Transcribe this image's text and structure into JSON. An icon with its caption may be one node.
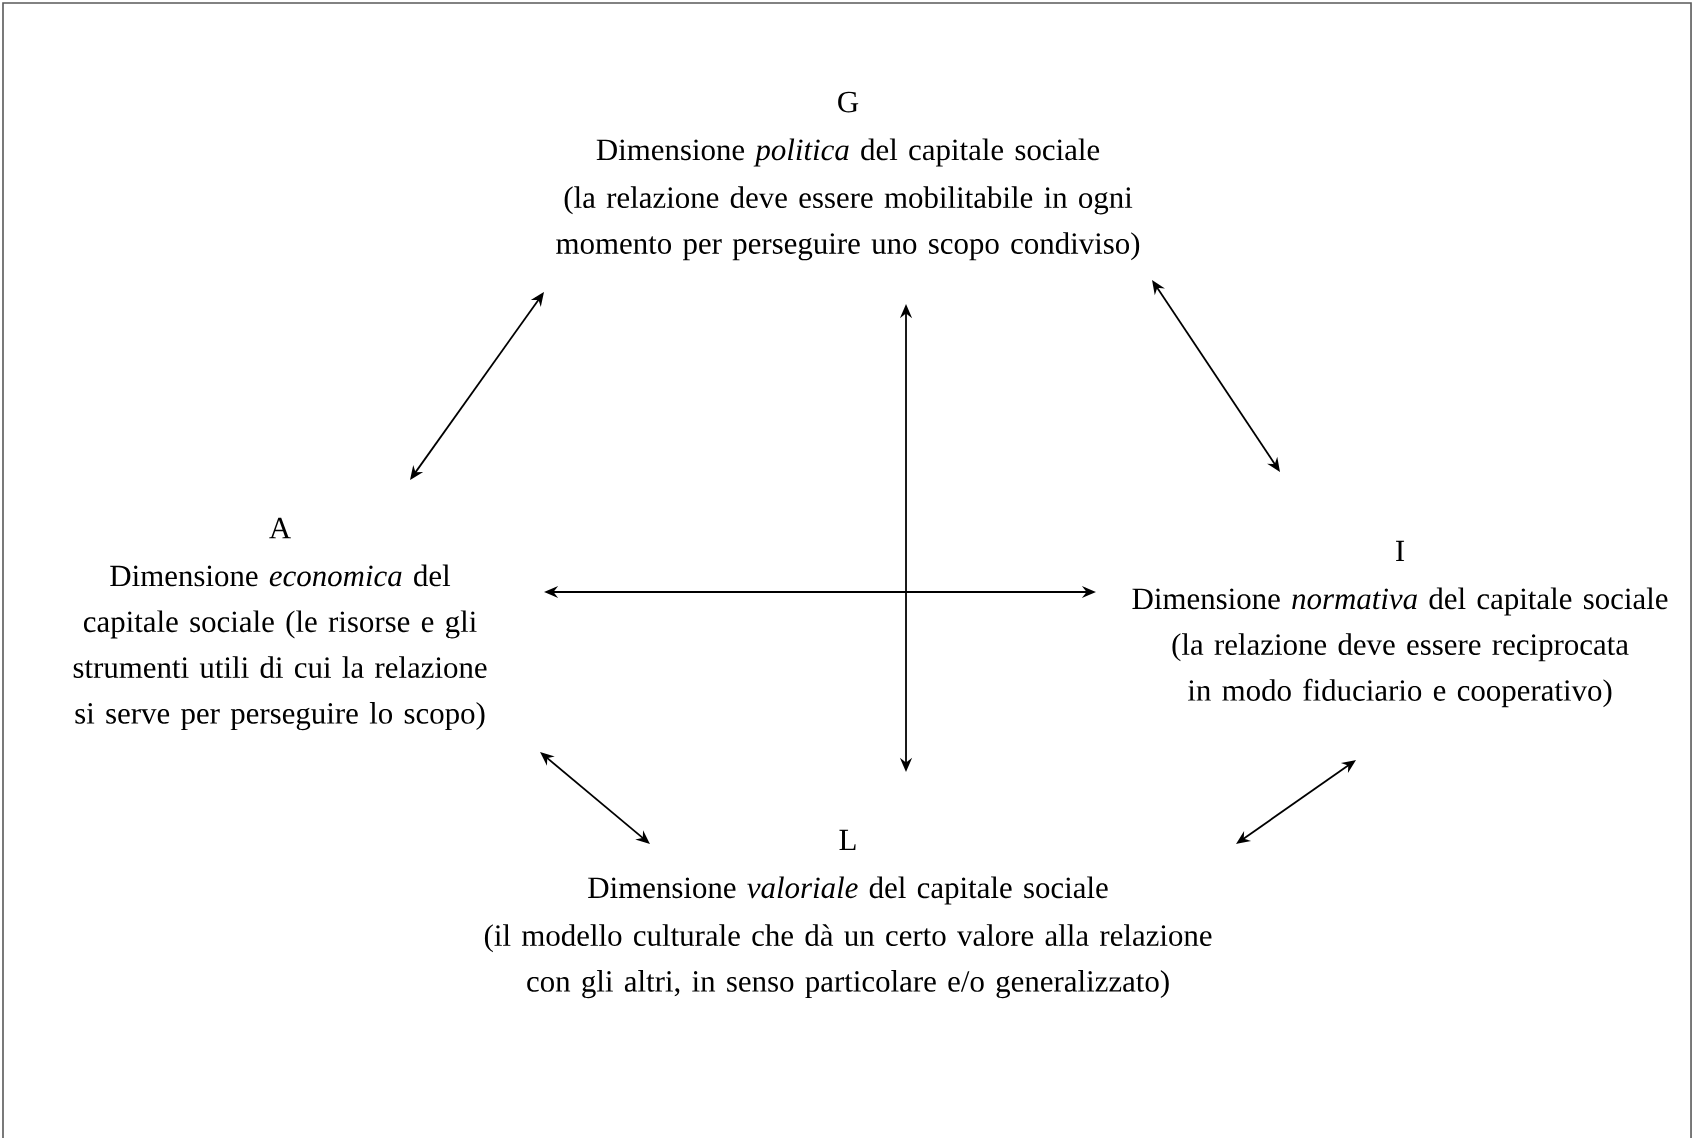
{
  "diagram": {
    "nodes": [
      {
        "text": [
          "G",
          "Dimensione *politica* del capitale sociale",
          "(la relazione deve essere mobilitabile in ogni momento per perseguire uno scopo condiviso)"
        ]
      },
      {
        "text": [
          "A",
          "Dimensione *economica* del capitale sociale (le risorse e gli strumenti utili di cui la relazione si serve per perseguire lo scopo)"
        ]
      },
      {
        "text": [
          "I",
          "Dimensione *normativa* del capitale sociale (la relazione deve essere reciprocata in modo fiduciario e cooperativo)"
        ]
      },
      {
        "text": [
          "L",
          "Dimensione *valoriale* del capitale sociale",
          "(il modello culturale che dà un certo valore alla relazione con gli altri, in senso particolare e/o generalizzato)"
        ]
      }
    ],
    "edges": [
      {
        "from": 0,
        "to": 1,
        "arrow": "both"
      },
      {
        "from": 0,
        "to": 2,
        "arrow": "both"
      },
      {
        "from": 1,
        "to": 2,
        "arrow": "both"
      },
      {
        "from": 0,
        "to": 3,
        "arrow": "both"
      },
      {
        "from": 1,
        "to": 3,
        "arrow": "both"
      },
      {
        "from": 2,
        "to": 3,
        "arrow": "both"
      }
    ]
  }
}
